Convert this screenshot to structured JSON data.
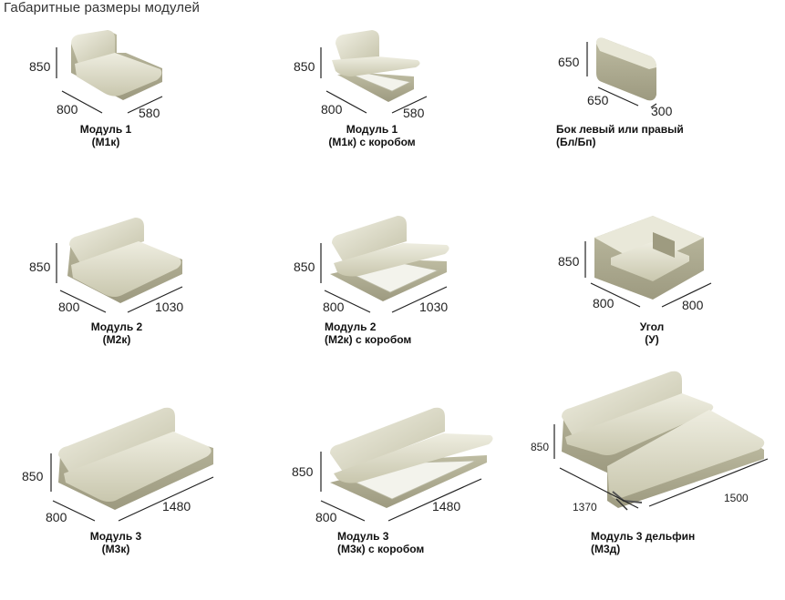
{
  "header": {
    "title": "Габаритные размеры модулей"
  },
  "modules": [
    {
      "name": "Модуль 1",
      "code": "(М1к)",
      "height": "850",
      "depth": "800",
      "width": "580"
    },
    {
      "name": "Модуль 1",
      "code": "(М1к) с коробом",
      "height": "850",
      "depth": "800",
      "width": "580"
    },
    {
      "name": "Бок левый или правый",
      "code": "(Бл/Бп)",
      "height": "650",
      "depth": "650",
      "width": "300"
    },
    {
      "name": "Модуль 2",
      "code": "(М2к)",
      "height": "850",
      "depth": "800",
      "width": "1030"
    },
    {
      "name": "Модуль 2",
      "code": "(М2к) с коробом",
      "height": "850",
      "depth": "800",
      "width": "1030"
    },
    {
      "name": "Угол",
      "code": "(У)",
      "height": "850",
      "depth": "800",
      "width": "800"
    },
    {
      "name": "Модуль 3",
      "code": "(М3к)",
      "height": "850",
      "depth": "800",
      "width": "1480"
    },
    {
      "name": "Модуль 3",
      "code": "(М3к) с коробом",
      "height": "850",
      "depth": "800",
      "width": "1480"
    },
    {
      "name": "Модуль 3 дельфин",
      "code": "(М3д)",
      "height": "850",
      "depth": "1370",
      "width": "1500"
    }
  ],
  "colors": {
    "fabric": "#d3d1b9",
    "fabric_dark": "#a9a68d",
    "fabric_light": "#ecebdb",
    "box": "#f4f4ee",
    "line": "#222222"
  }
}
